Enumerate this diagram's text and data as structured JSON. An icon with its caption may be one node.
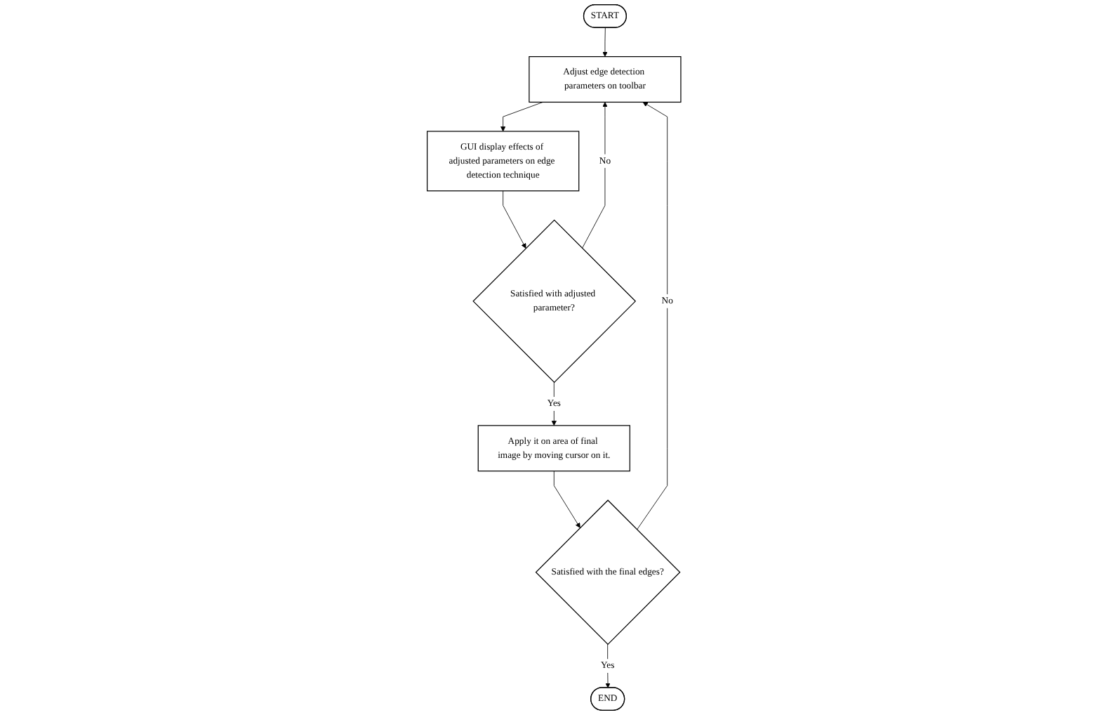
{
  "diagram": {
    "nodes": [
      {
        "text": [
          "START"
        ]
      },
      {
        "text": [
          "Adjust edge detection parameters on toolbar"
        ]
      },
      {
        "text": [
          "GUI display effects of adjusted parameters on edge detection technique"
        ]
      },
      {
        "text": [
          "Satisfied with adjusted parameter?"
        ]
      },
      {
        "text": [
          "Apply it on area of final image by moving cursor on it."
        ]
      },
      {
        "text": [
          "Satisfied with the final edges?"
        ]
      },
      {
        "text": [
          "END"
        ]
      }
    ],
    "edges": [
      {
        "from": 0,
        "to": 1,
        "arrow": "to"
      },
      {
        "from": 1,
        "to": 2,
        "arrow": "to"
      },
      {
        "from": 2,
        "to": 3,
        "arrow": "to"
      },
      {
        "from": 3,
        "to": 1,
        "arrow": "to",
        "label": "No"
      },
      {
        "from": 3,
        "to": 4,
        "arrow": "to",
        "label": "Yes"
      },
      {
        "from": 4,
        "to": 5,
        "arrow": "to"
      },
      {
        "from": 5,
        "to": 1,
        "arrow": "to",
        "label": "No"
      },
      {
        "from": 5,
        "to": 6,
        "arrow": "to",
        "label": "Yes"
      }
    ]
  }
}
